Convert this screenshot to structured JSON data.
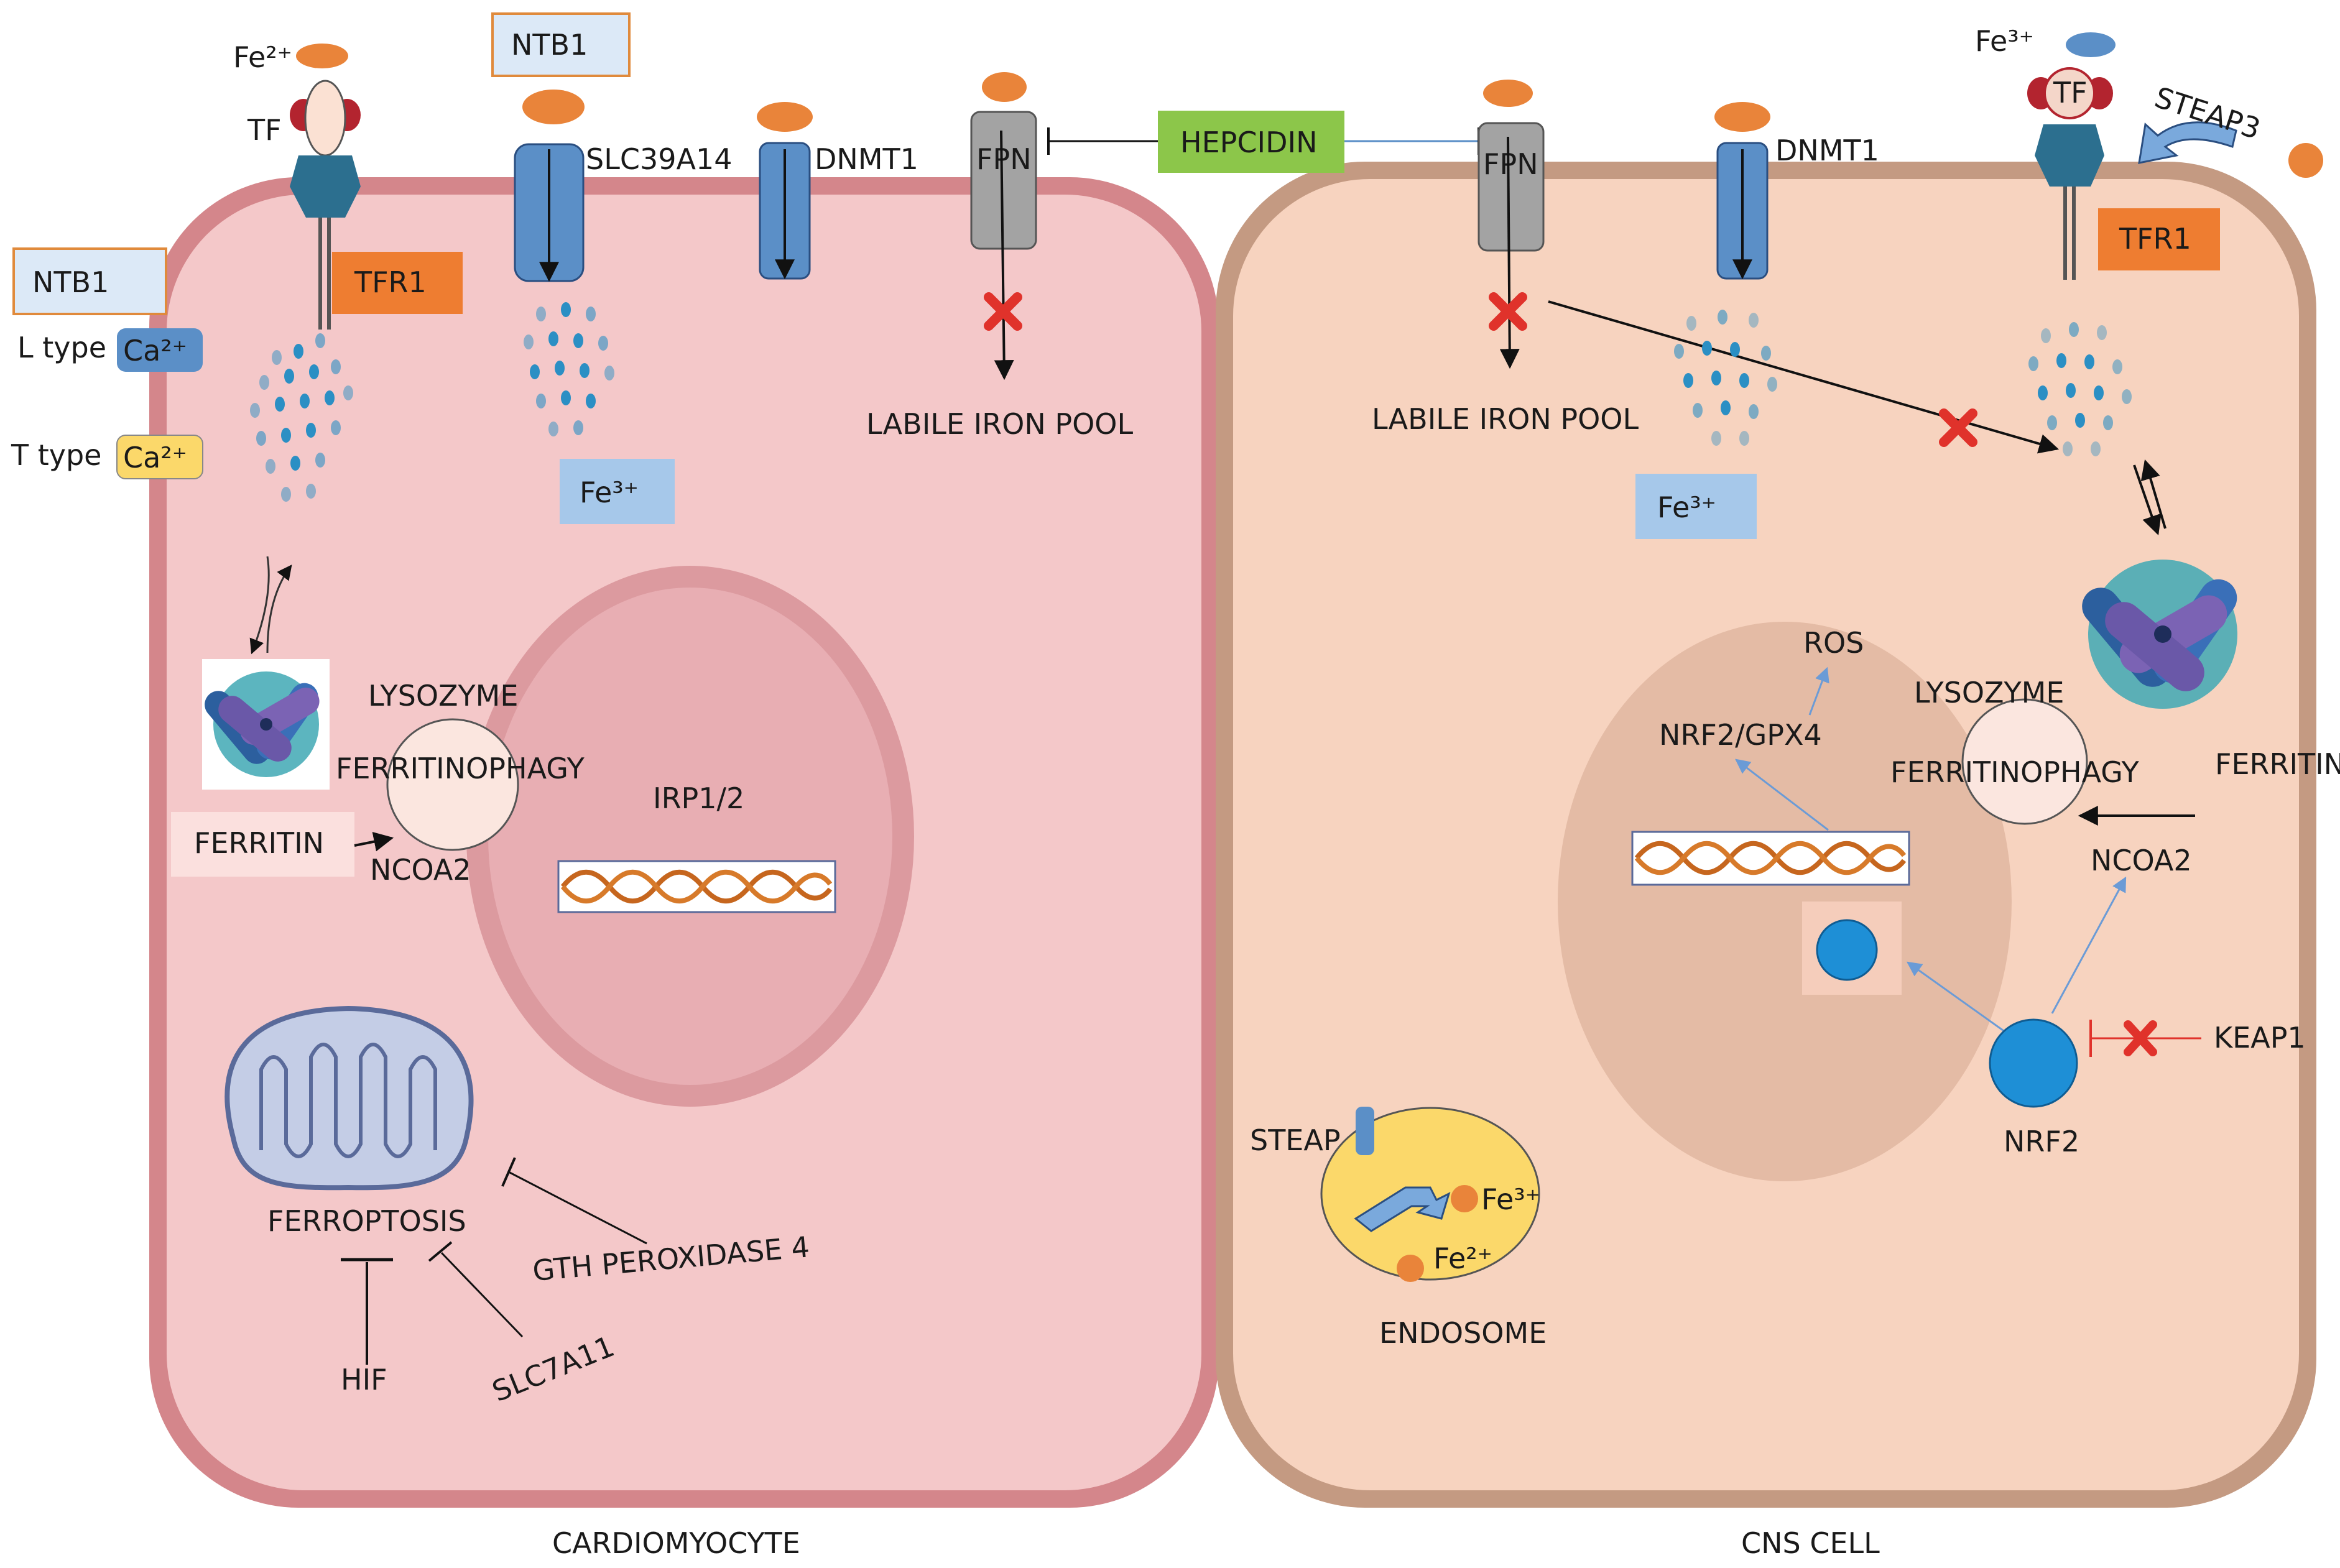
{
  "labels": {
    "fe2_top": "Fe²⁺",
    "fe3_top": "Fe³⁺",
    "tf_left": "TF",
    "tf_right": "TF",
    "ntb1_top": "NTB1",
    "ntb1_left": "NTB1",
    "l_type": "L type",
    "t_type": "T type",
    "ca_l": "Ca²⁺",
    "ca_t": "Ca²⁺",
    "tfr1_left": "TFR1",
    "tfr1_right": "TFR1",
    "slc39a14": "SLC39A14",
    "dnmt1_left": "DNMT1",
    "dnmt1_right": "DNMT1",
    "fpn_left": "FPN",
    "fpn_right": "FPN",
    "hepcidin": "HEPCIDIN",
    "steap3": "STEAP3",
    "labile_left": "LABILE IRON POOL",
    "labile_right": "LABILE IRON POOL",
    "fe3_box_left": "Fe³⁺",
    "fe3_box_right": "Fe³⁺",
    "lysozyme_left": "LYSOZYME",
    "lysozyme_right": "LYSOZYME",
    "ferritinophagy_left": "FERRITINOPHAGY",
    "ferritinophagy_right": "FERRITINOPHAGY",
    "ferritin_left": "FERRITIN",
    "ferritin_right": "FERRITIN",
    "ncoa2_left": "NCOA2",
    "ncoa2_right": "NCOA2",
    "irp": "IRP1/2",
    "ferroptosis": "FERROPTOSIS",
    "gth": "GTH PEROXIDASE 4",
    "hif": "HIF",
    "slc7a11": "SLC7A11",
    "ros": "ROS",
    "nrf2_gpx4": "NRF2/GPX4",
    "keap1": "KEAP1",
    "nrf2": "NRF2",
    "steap": "STEAP",
    "fe3_endo": "Fe³⁺",
    "fe2_endo": "Fe²⁺",
    "endosome": "ENDOSOME",
    "cardiomyocyte": "CARDIOMYOCYTE",
    "cns_cell": "CNS CELL"
  },
  "colors": {
    "cardio_membrane": "#d4868b",
    "cardio_cytoplasm": "#f4c8c9",
    "cardio_nucleus_outer": "#dc9a9f",
    "cardio_nucleus_inner": "#e8aeb3",
    "cns_membrane": "#c49a82",
    "cns_cytoplasm": "#f7d3bf",
    "cns_nucleus": "#e4bba5",
    "channel_blue": "#5b8fc7",
    "iron_orange": "#e9843a",
    "tfr1_orange": "#ee7d31",
    "hepcidin_green": "#8cc64a",
    "fpn_gray": "#a3a3a3",
    "fe3_box_blue": "#a6c8ea",
    "inhibit_red": "#e0322b",
    "nrf2_blue": "#1e8fd6",
    "endosome_yellow": "#fbd86a",
    "mito_fill": "#c4cde6",
    "mito_stroke": "#5a6a9a"
  }
}
